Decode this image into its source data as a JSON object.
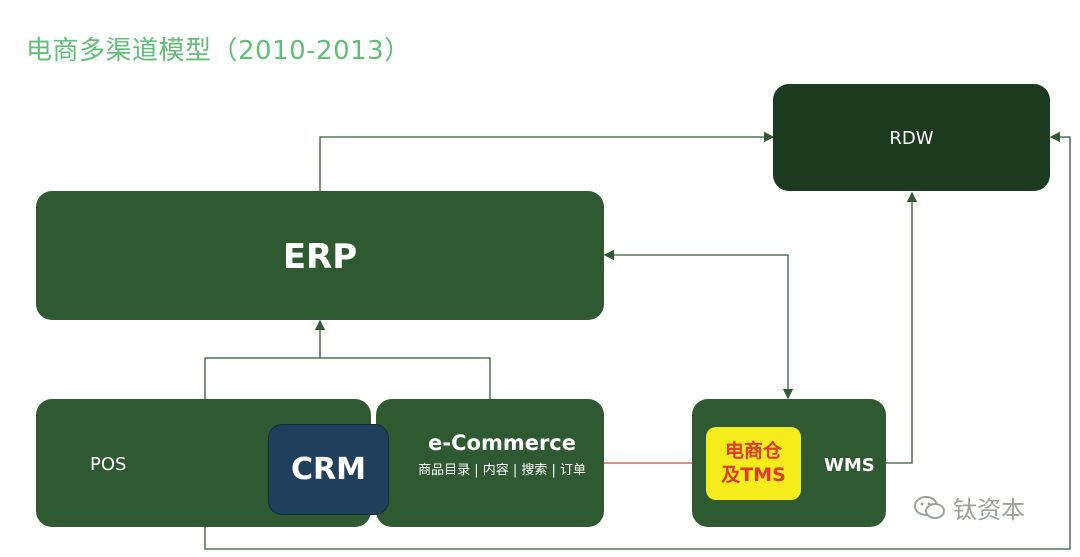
{
  "title": "电商多渠道模型（2010-2013）",
  "nodes": {
    "rdw": "RDW",
    "erp": "ERP",
    "pos": "POS",
    "crm": "CRM",
    "ecommerce": "e-Commerce",
    "ecommerce_sub": "商品目录 | 内容 | 搜索 | 订单",
    "warehouse_line1": "电商仓",
    "warehouse_line2": "及TMS",
    "wms": "WMS"
  },
  "watermark": "钛资本",
  "colors": {
    "title": "#5fbf74",
    "box": "#2f5a31",
    "rdw_box": "#1b3a1f",
    "crm_box": "#1f3f5d",
    "warehouse_box": "#f5ec1c",
    "warehouse_text": "#e23a2a",
    "connector": "#2f5a31",
    "red_arrow": "#e0413a"
  }
}
